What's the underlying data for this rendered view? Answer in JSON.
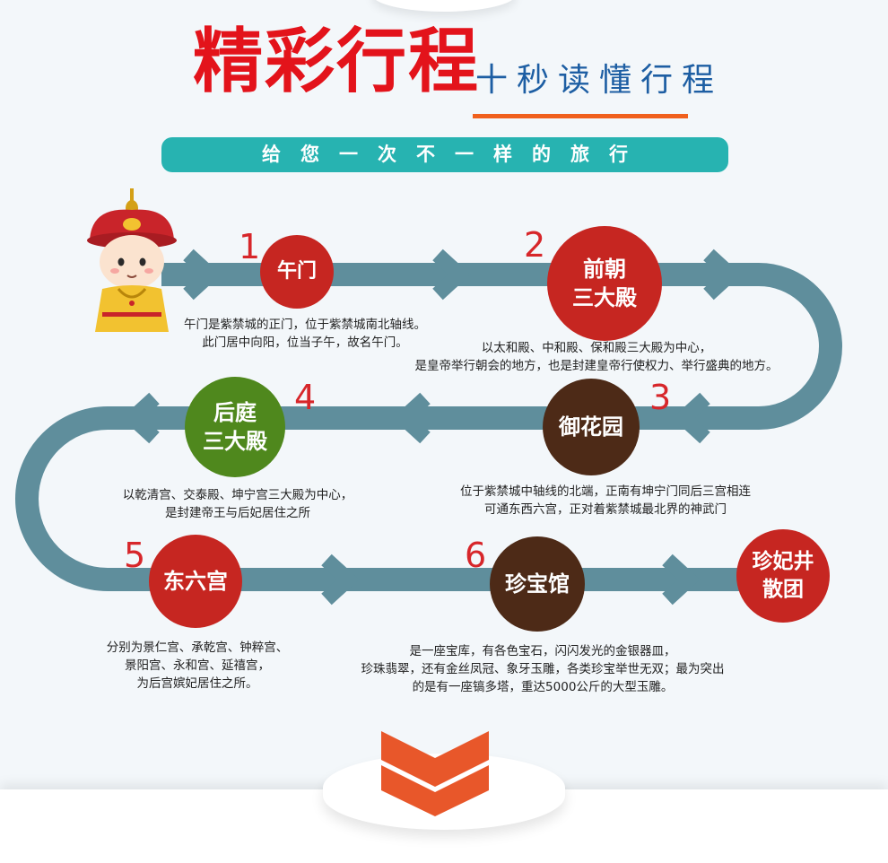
{
  "header": {
    "title": "精彩行程",
    "subtitle": "十秒读懂行程",
    "banner": "给您一次不一样的旅行"
  },
  "colors": {
    "title_red": "#e3131b",
    "subtitle_blue": "#1d5ea3",
    "underline_orange": "#f0601d",
    "banner_teal": "#27b3b1",
    "track": "#5f8e9c",
    "node_red": "#c62621",
    "node_green": "#4f881d",
    "node_brown": "#4d2a17",
    "chevron": "#e8572a"
  },
  "mascot": {
    "icon": "emperor-mascot-icon"
  },
  "stops": [
    {
      "number": "1",
      "name_lines": [
        "午门"
      ],
      "desc_lines": [
        "午门是紫禁城的正门，位于紫禁城南北轴线。",
        "此门居中向阳，位当子午，故名午门。"
      ]
    },
    {
      "number": "2",
      "name_lines": [
        "前朝",
        "三大殿"
      ],
      "desc_lines": [
        "以太和殿、中和殿、保和殿三大殿为中心，",
        "是皇帝举行朝会的地方，也是封建皇帝行使权力、举行盛典的地方。"
      ]
    },
    {
      "number": "3",
      "name_lines": [
        "御花园"
      ],
      "desc_lines": [
        "位于紫禁城中轴线的北端，正南有坤宁门同后三宫相连",
        "可通东西六宫，正对着紫禁城最北界的神武门"
      ]
    },
    {
      "number": "4",
      "name_lines": [
        "后庭",
        "三大殿"
      ],
      "desc_lines": [
        "以乾清宫、交泰殿、坤宁宫三大殿为中心，",
        "是封建帝王与后妃居住之所"
      ]
    },
    {
      "number": "5",
      "name_lines": [
        "东六宫"
      ],
      "desc_lines": [
        "分别为景仁宫、承乾宫、钟粹宫、",
        "景阳宫、永和宫、延禧宫，",
        "为后宫嫔妃居住之所。"
      ]
    },
    {
      "number": "6",
      "name_lines": [
        "珍宝馆"
      ],
      "desc_lines": [
        "是一座宝库，有各色宝石，闪闪发光的金银器皿，",
        "珍珠翡翠，还有金丝凤冠、象牙玉雕，各类珍宝举世无双；最为突出",
        "的是有一座镐多塔，重达5000公斤的大型玉雕。"
      ]
    }
  ],
  "final_stop": {
    "name_lines": [
      "珍妃井",
      "散团"
    ]
  },
  "footer": {
    "icon": "double-chevron-down-icon"
  }
}
